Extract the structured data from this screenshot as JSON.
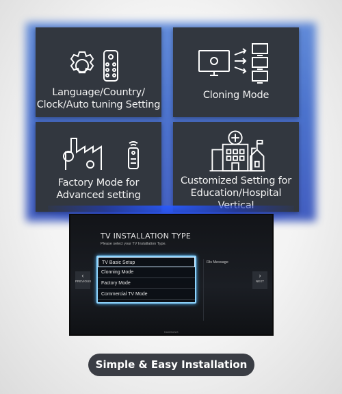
{
  "tiles": [
    {
      "line1": "Language/Country/",
      "line2": "Clock/Auto tuning Setting",
      "icon": "gear-remote-icon"
    },
    {
      "line1": "Cloning Mode",
      "icon": "monitor-cloning-icon"
    },
    {
      "line1": "Factory Mode for",
      "line2": "Advanced setting",
      "icon": "factory-gear-remote-icon"
    },
    {
      "line1": "Customized Setting for",
      "line2": "Education/Hospital Vertical",
      "icon": "hospital-school-icon"
    }
  ],
  "tv": {
    "title": "TV INSTALLATION TYPE",
    "subtitle": "Please select your TV Installation Type.",
    "menu": [
      "TV Basic Setup",
      "Clonning Mode",
      "Factory Mode",
      "Commercial TV Mode"
    ],
    "side_message": "Rls Message",
    "prev": "PREVIOUS",
    "next": "NEXT",
    "brand": "SAMSUNG"
  },
  "caption": "Simple & Easy Installation",
  "colors": {
    "tile_bg": "#32373f",
    "accent_blue": "#2f5dc7",
    "menu_highlight": "#8fd6ff",
    "pill_bg": "#3a3d44"
  }
}
